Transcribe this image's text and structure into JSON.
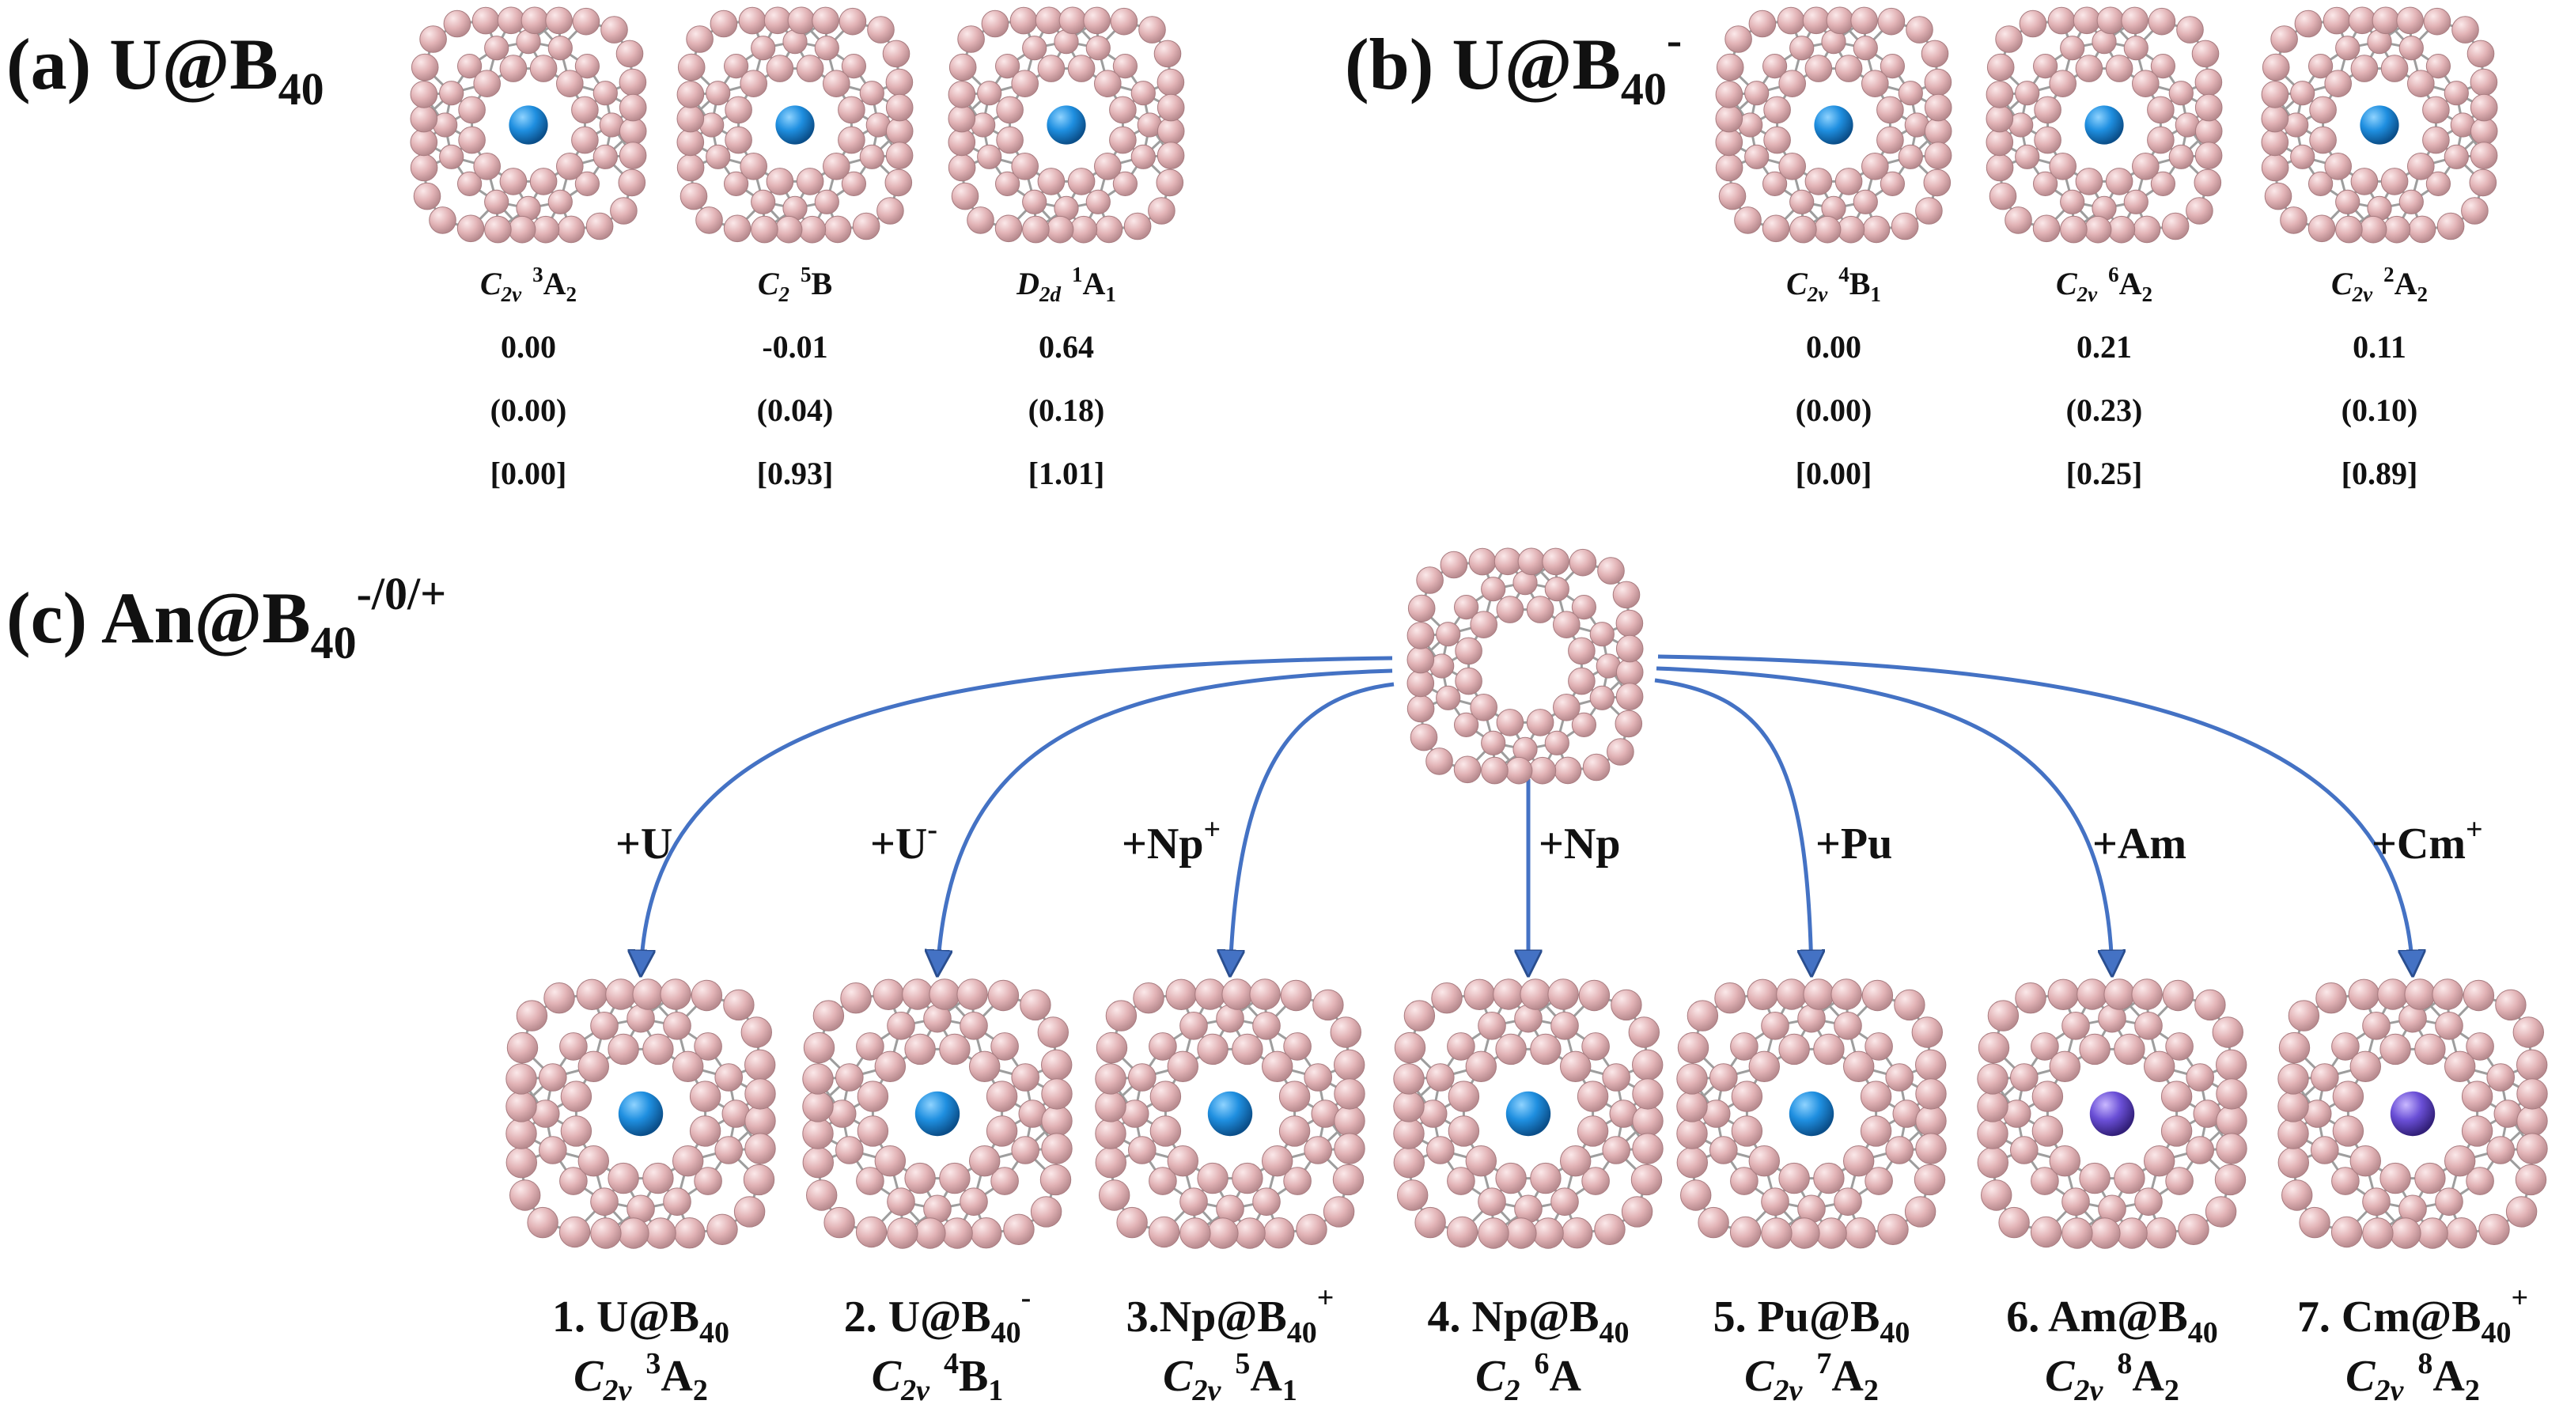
{
  "panels": {
    "a": {
      "label": "(a) U@B",
      "sub": "40",
      "structures": [
        {
          "sym_main": "C",
          "sym_sub": "2v",
          "state_mult": "3",
          "state_main": "A",
          "state_sub": "2",
          "e1": "0.00",
          "e2": "(0.00)",
          "e3": "[0.00]",
          "atom_color": "#1f8fe0"
        },
        {
          "sym_main": "C",
          "sym_sub": "2",
          "state_mult": "5",
          "state_main": "B",
          "state_sub": "",
          "e1": "-0.01",
          "e2": "(0.04)",
          "e3": "[0.93]",
          "atom_color": "#1f8fe0"
        },
        {
          "sym_main": "D",
          "sym_sub": "2d",
          "state_mult": "1",
          "state_main": "A",
          "state_sub": "1",
          "e1": "0.64",
          "e2": "(0.18)",
          "e3": "[1.01]",
          "atom_color": "#1f8fe0"
        }
      ]
    },
    "b": {
      "label": "(b) U@B",
      "sub": "40",
      "sup": "-",
      "structures": [
        {
          "sym_main": "C",
          "sym_sub": "2v",
          "state_mult": "4",
          "state_main": "B",
          "state_sub": "1",
          "e1": "0.00",
          "e2": "(0.00)",
          "e3": "[0.00]",
          "atom_color": "#1f8fe0"
        },
        {
          "sym_main": "C",
          "sym_sub": "2v",
          "state_mult": "6",
          "state_main": "A",
          "state_sub": "2",
          "e1": "0.21",
          "e2": "(0.23)",
          "e3": "[0.25]",
          "atom_color": "#1f8fe0"
        },
        {
          "sym_main": "C",
          "sym_sub": "2v",
          "state_mult": "2",
          "state_main": "A",
          "state_sub": "2",
          "e1": "0.11",
          "e2": "(0.10)",
          "e3": "[0.89]",
          "atom_color": "#1f8fe0"
        }
      ]
    },
    "c": {
      "label": "(c) An@B",
      "sub": "40",
      "sup": "-/0/+"
    }
  },
  "edges": [
    {
      "label": "+U",
      "sup": ""
    },
    {
      "label": "+U",
      "sup": "-"
    },
    {
      "label": "+Np",
      "sup": "+"
    },
    {
      "label": "+Np",
      "sup": ""
    },
    {
      "label": "+Pu",
      "sup": ""
    },
    {
      "label": "+Am",
      "sup": ""
    },
    {
      "label": "+Cm",
      "sup": "+"
    }
  ],
  "products": [
    {
      "name": "1. U@B",
      "sub": "40",
      "sup": "",
      "sym_main": "C",
      "sym_sub": "2v",
      "state_mult": "3",
      "state_main": "A",
      "state_sub": "2",
      "atom_color": "#1f8fe0"
    },
    {
      "name": "2. U@B",
      "sub": "40",
      "sup": "-",
      "sym_main": "C",
      "sym_sub": "2v",
      "state_mult": "4",
      "state_main": "B",
      "state_sub": "1",
      "atom_color": "#1f8fe0"
    },
    {
      "name": "3.Np@B",
      "sub": "40",
      "sup": "+",
      "sym_main": "C",
      "sym_sub": "2v",
      "state_mult": "5",
      "state_main": "A",
      "state_sub": "1",
      "atom_color": "#1f8fe0"
    },
    {
      "name": "4. Np@B",
      "sub": "40",
      "sup": "",
      "sym_main": "C",
      "sym_sub": "2",
      "state_mult": "6",
      "state_main": "A",
      "state_sub": "",
      "atom_color": "#1f8fe0"
    },
    {
      "name": "5. Pu@B",
      "sub": "40",
      "sup": "",
      "sym_main": "C",
      "sym_sub": "2v",
      "state_mult": "7",
      "state_main": "A",
      "state_sub": "2",
      "atom_color": "#1f8fe0"
    },
    {
      "name": "6. Am@B",
      "sub": "40",
      "sup": "",
      "sym_main": "C",
      "sym_sub": "2v",
      "state_mult": "8",
      "state_main": "A",
      "state_sub": "2",
      "atom_color": "#6a4fd6"
    },
    {
      "name": "7. Cm@B",
      "sub": "40",
      "sup": "+",
      "sym_main": "C",
      "sym_sub": "2v",
      "state_mult": "8",
      "state_main": "A",
      "state_sub": "2",
      "atom_color": "#6a4fd6"
    }
  ],
  "colors": {
    "boron": "#e2b3b6",
    "boron_highlight": "#f6dddf",
    "bond": "#9d9d9d",
    "arrow": "#4472C4",
    "arrow_head": "#4472C4"
  }
}
